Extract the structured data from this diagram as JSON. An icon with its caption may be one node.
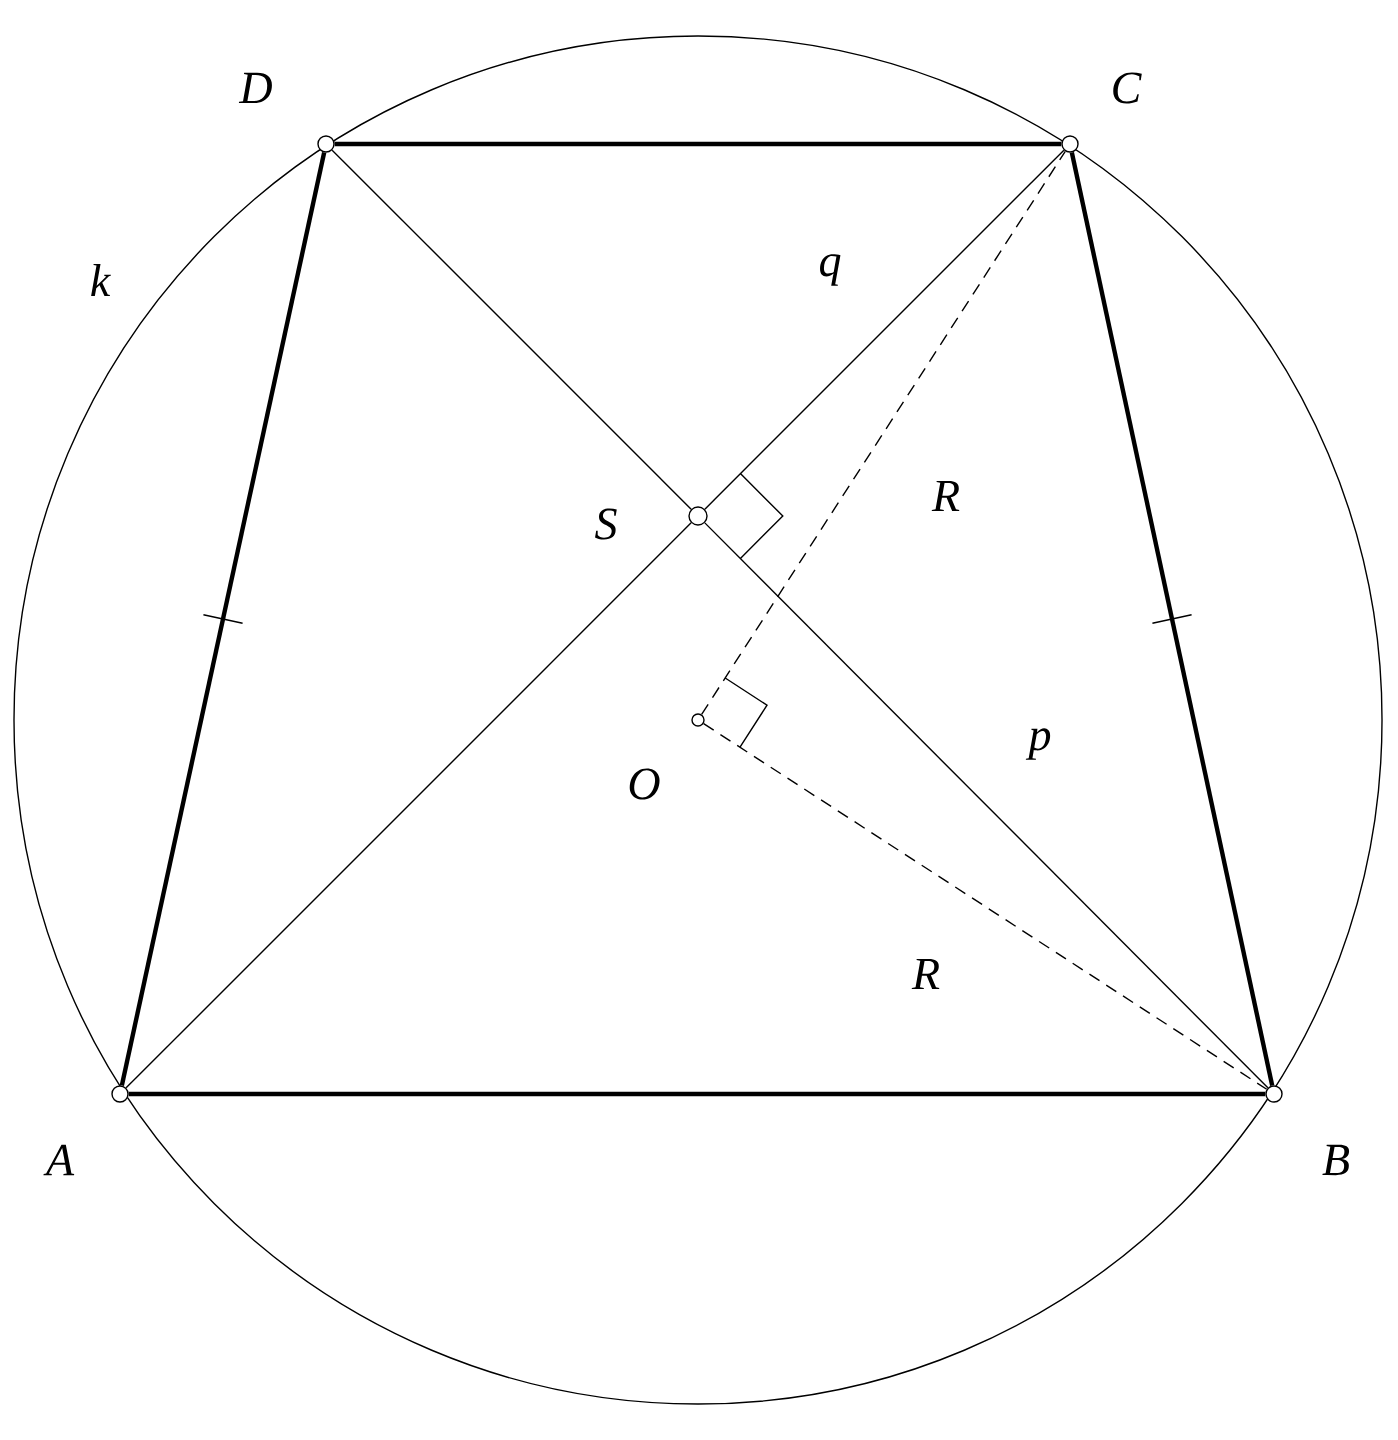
{
  "diagram": {
    "nodes": [
      {
        "text": [
          "D"
        ]
      },
      {
        "text": [
          "C"
        ]
      },
      {
        "text": [
          "S"
        ]
      },
      {
        "text": [
          "O"
        ]
      },
      {
        "text": [
          "A"
        ]
      },
      {
        "text": [
          "B"
        ]
      }
    ],
    "edges": [
      {
        "from": 4,
        "to": 5,
        "arrow": "none",
        "style": "thick"
      },
      {
        "from": 5,
        "to": 1,
        "arrow": "none",
        "style": "thick"
      },
      {
        "from": 1,
        "to": 0,
        "arrow": "none",
        "style": "thick"
      },
      {
        "from": 0,
        "to": 4,
        "arrow": "none",
        "style": "thick"
      },
      {
        "from": 4,
        "to": 2,
        "arrow": "none"
      },
      {
        "from": 2,
        "to": 1,
        "arrow": "none",
        "label": "q"
      },
      {
        "from": 0,
        "to": 2,
        "arrow": "none"
      },
      {
        "from": 2,
        "to": 5,
        "arrow": "none",
        "label": "p"
      },
      {
        "from": 3,
        "to": 1,
        "arrow": "none",
        "style": "dashed",
        "label": "R"
      },
      {
        "from": 3,
        "to": 5,
        "arrow": "none",
        "style": "dashed",
        "label": "R"
      }
    ],
    "labels": [
      "k"
    ]
  }
}
